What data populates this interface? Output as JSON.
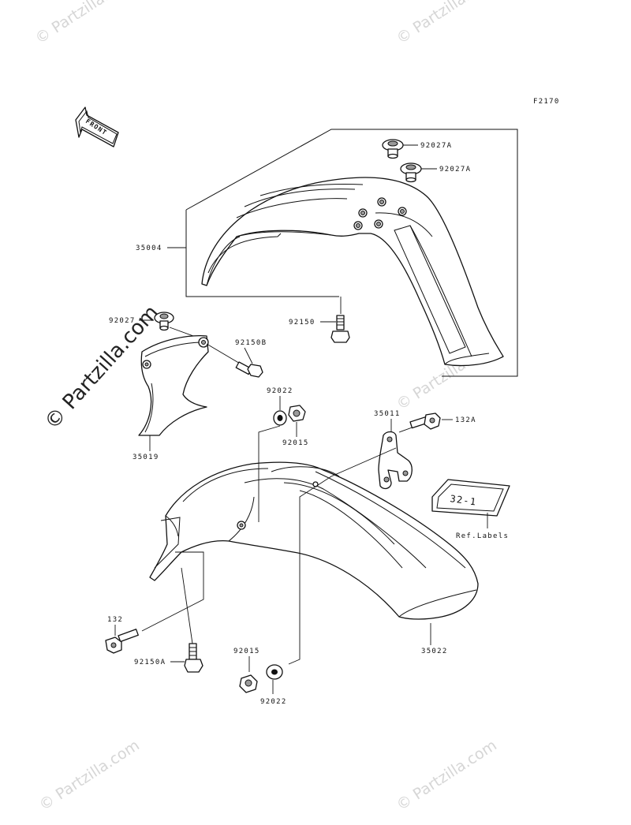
{
  "watermarks": {
    "corner": "© Partzilla.com",
    "side": "© Partzilla.com"
  },
  "figure_code": "F2170",
  "front_arrow_text": "FRONT",
  "ref_label_text": "32-1",
  "parts": {
    "p35004": "35004",
    "p92027A_1": "92027A",
    "p92027A_2": "92027A",
    "p92150": "92150",
    "p92027": "92027",
    "p92150B": "92150B",
    "p92022_top": "92022",
    "p92015_top": "92015",
    "p35019": "35019",
    "p35011": "35011",
    "p132A": "132A",
    "ref_labels": "Ref.Labels",
    "p132": "132",
    "p92150A": "92150A",
    "p92015_bottom": "92015",
    "p35022": "35022",
    "p92022_bottom": "92022"
  }
}
